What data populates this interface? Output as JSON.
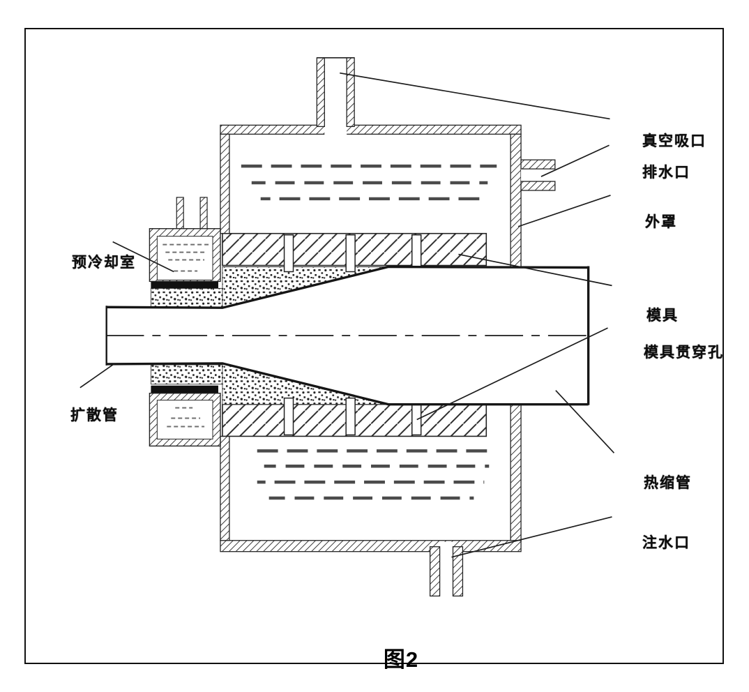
{
  "figure": {
    "caption": "图2",
    "kind": "patent-cross-section-diagram"
  },
  "labels": {
    "vacuum_port": "真空吸口",
    "drain_port": "排水口",
    "outer_cover": "外罩",
    "die": "模具",
    "die_through_hole": "模具贯穿孔",
    "heat_shrink_tube": "热缩管",
    "water_inlet": "注水口",
    "precooling_chamber": "预冷却室",
    "diffuser_tube": "扩散管"
  },
  "colors": {
    "background": "#ffffff",
    "line": "#1f1f1f",
    "water_dash": "#4b4b4b",
    "label_text": "#0d0d0d",
    "solid_band": "#111111"
  }
}
